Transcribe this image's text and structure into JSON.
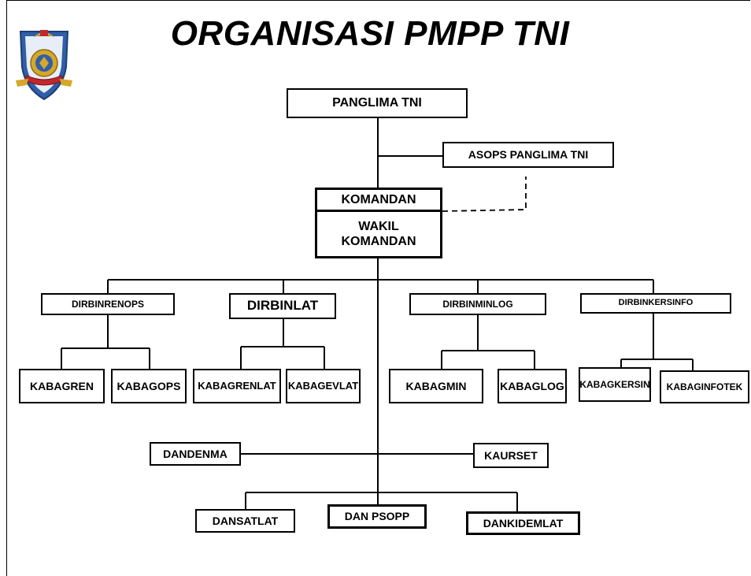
{
  "title": "ORGANISASI PMPP TNI",
  "colors": {
    "line": "#000000",
    "background": "#ffffff",
    "emblem_blue": "#2f5fa8",
    "emblem_gold": "#d6a72a",
    "emblem_red": "#c0282d"
  },
  "emblem": {
    "icon": "pmpp-emblem-icon"
  },
  "nodes": {
    "panglima": "PANGLIMA TNI",
    "asops": "ASOPS PANGLIMA TNI",
    "komandan": "KOMANDAN",
    "wakil": "WAKIL KOMANDAN",
    "dirbinrenops": "DIRBINRENOPS",
    "dirbinlat": "DIRBINLAT",
    "dirbinminlog": "DIRBINMINLOG",
    "dirbinkersinfo": "DIRBINKERSINFO",
    "kabagren": "KABAGREN",
    "kabagops": "KABAGOPS",
    "kabagrenlat": "KABAGRENLAT",
    "kabagevlat": "KABAGEVLAT",
    "kabagmin": "KABAGMIN",
    "kabaglog": "KABAGLOG",
    "kabagkersin": "KABAGKERSIN",
    "kabaginfotek": "KABAGINFOTEK",
    "dandenma": "DANDENMA",
    "kaurset": "KAURSET",
    "dansatlat": "DANSATLAT",
    "danpsopp": "DAN PSOPP",
    "dankidemlat": "DANKIDEMLAT"
  }
}
